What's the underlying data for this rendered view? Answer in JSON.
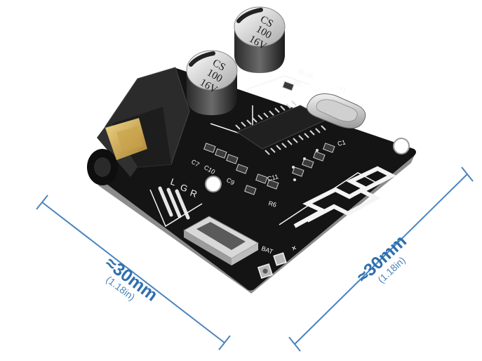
{
  "board": {
    "capacitors": [
      {
        "brand": "CS",
        "value": "100",
        "voltage": "16V"
      },
      {
        "brand": "CS",
        "value": "100",
        "voltage": "16V"
      }
    ],
    "labels": {
      "blue": "BLUE",
      "r5": "R5",
      "y1": "Y1",
      "c7": "C7",
      "c10": "C10",
      "c9": "C9",
      "c11": "C11",
      "r6": "R6",
      "c1": "C1",
      "l": "L",
      "g": "G",
      "r": "R",
      "bat": "BAT",
      "plus": "+"
    }
  },
  "dimensions": {
    "left": {
      "main": "≈30mm",
      "sub": "(1.18in)"
    },
    "right": {
      "main": "≈30mm",
      "sub": "(1.18in)"
    }
  },
  "colors": {
    "pcb": "#141414",
    "silkscreen": "#f4f4f4",
    "dimension_line": "#4a84bd",
    "jack_gold": "#c9a24a"
  }
}
